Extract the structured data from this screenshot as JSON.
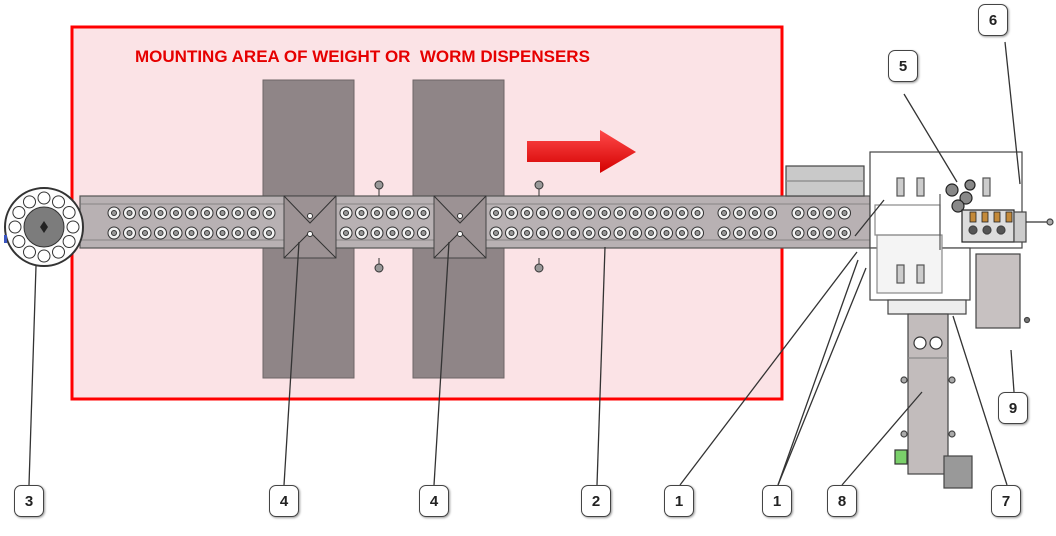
{
  "banner": "MOUNTING AREA OF WEIGHT OR  WORM DISPENSERS",
  "callouts": {
    "c1a": "1",
    "c1b": "1",
    "c2": "2",
    "c3": "3",
    "c4a": "4",
    "c4b": "4",
    "c5": "5",
    "c6": "6",
    "c7": "7",
    "c8": "8",
    "c9": "9"
  },
  "colors": {
    "highlight_border": "#ff0000",
    "highlight_fill": "#fbe3e6",
    "arrow": "#ff0000",
    "dispenser_plate": "#8f8587",
    "machine_line": "#555555"
  }
}
